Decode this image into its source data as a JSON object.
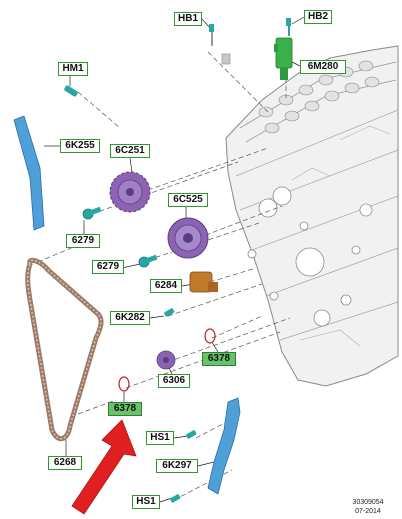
{
  "callouts": {
    "hb1": "HB1",
    "hb2": "HB2",
    "hm1": "HM1",
    "m280": "6M280",
    "k255": "6K255",
    "c251": "6C251",
    "c525": "6C525",
    "p6279a": "6279",
    "p6279b": "6279",
    "p6284": "6284",
    "k282": "6K282",
    "p6378a": "6378",
    "p6378b": "6378",
    "p6306": "6306",
    "hs1a": "HS1",
    "hs1b": "HS1",
    "k297": "6K297",
    "p6268": "6268"
  },
  "doc_ref": {
    "code": "30309054",
    "date": "07-2014"
  },
  "colors": {
    "label_border": "#2e9a2e",
    "label_fill_highlight": "#67c36b",
    "guide_blue": "#4f9fd8",
    "sprocket_purple": "#8a63b2",
    "bolt_teal": "#27a8a4",
    "actuator_orange": "#c07a2a",
    "sensor_green": "#3bb04a",
    "chain_brown": "#9c7a66",
    "arrow_red": "#e02020"
  }
}
